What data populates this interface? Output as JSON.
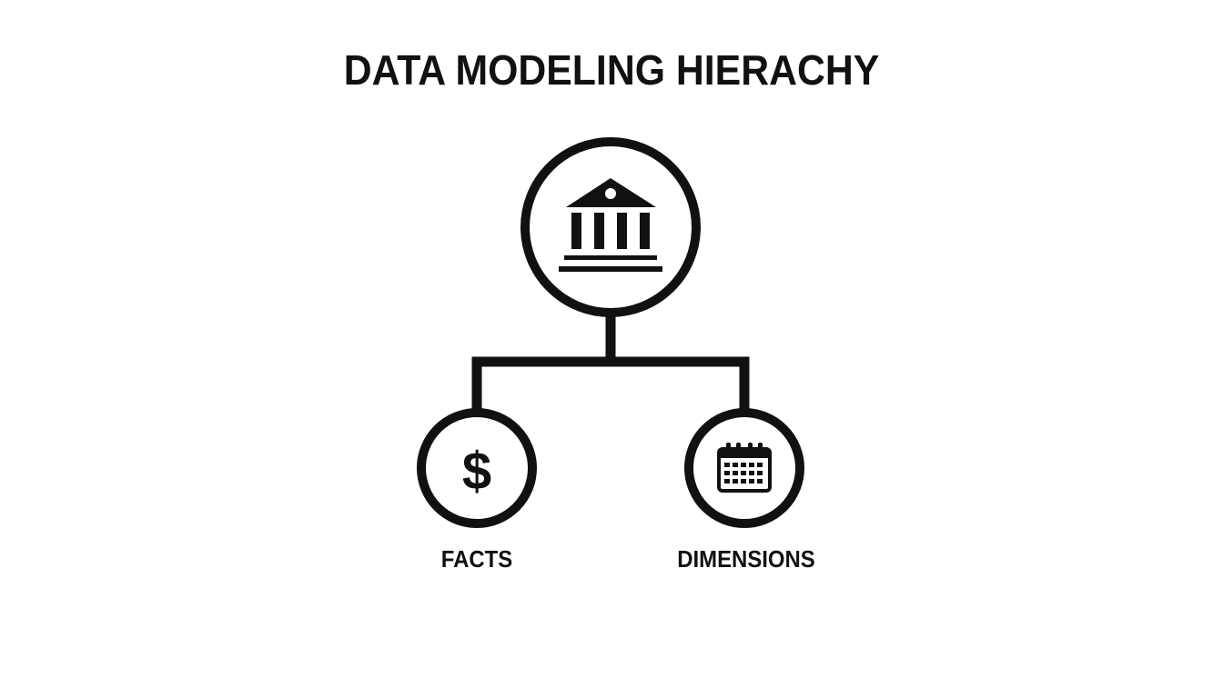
{
  "title": "DATA MODELING HIERACHY",
  "root": {
    "icon": "bank-building-icon"
  },
  "children": [
    {
      "label": "FACTS",
      "icon": "dollar-sign-icon"
    },
    {
      "label": "DIMENSIONS",
      "icon": "calendar-icon"
    }
  ],
  "colors": {
    "stroke": "#111111",
    "background": "#ffffff"
  }
}
